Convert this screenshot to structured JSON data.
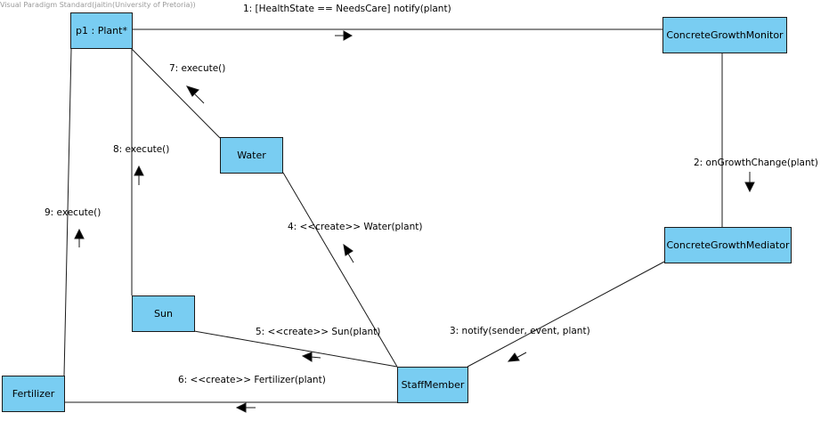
{
  "watermark": "Visual Paradigm Standard(jaitin(University of Pretoria))",
  "nodes": {
    "plant": "p1 : Plant*",
    "monitor": "ConcreteGrowthMonitor",
    "mediator": "ConcreteGrowthMediator",
    "water": "Water",
    "sun": "Sun",
    "staff": "StaffMember",
    "fertilizer": "Fertilizer"
  },
  "messages": {
    "m1": "1:  [HealthState == NeedsCare] notify(plant)",
    "m2": "2: onGrowthChange(plant)",
    "m3": "3: notify(sender, event, plant)",
    "m4": "4: <<create>> Water(plant)",
    "m5": "5: <<create>> Sun(plant)",
    "m6": "6: <<create>> Fertilizer(plant)",
    "m7": "7: execute()",
    "m8": "8: execute()",
    "m9": "9: execute()"
  },
  "colors": {
    "node_fill": "#79cdf2",
    "line": "#1a1a1a"
  }
}
